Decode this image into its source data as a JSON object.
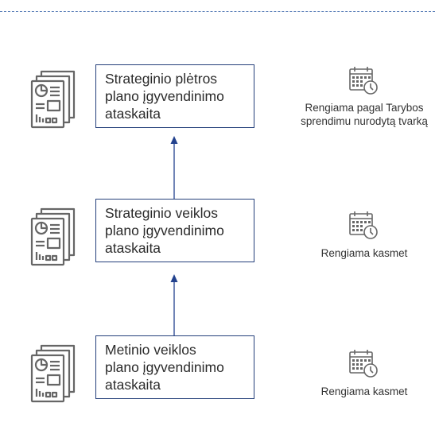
{
  "levels": [
    {
      "report_lines": [
        "Strateginio plėtros",
        "plano įgyvendinimo",
        "ataskaita"
      ],
      "schedule_lines": [
        "Rengiama pagal Tarybos",
        "sprendimu nurodytą tvarką"
      ]
    },
    {
      "report_lines": [
        "Strateginio veiklos",
        "plano įgyvendinimo",
        "ataskaita"
      ],
      "schedule_lines": [
        "Rengiama kasmet"
      ]
    },
    {
      "report_lines": [
        "Metinio veiklos",
        "plano įgyvendinimo",
        "ataskaita"
      ],
      "schedule_lines": [
        "Rengiama kasmet"
      ]
    }
  ],
  "icons": {
    "report": "report-document-icon",
    "schedule": "calendar-clock-icon"
  },
  "colors": {
    "box_border": "#243f7a",
    "arrow": "#23428e",
    "icon": "#666666",
    "divider": "#5b7fb8"
  }
}
